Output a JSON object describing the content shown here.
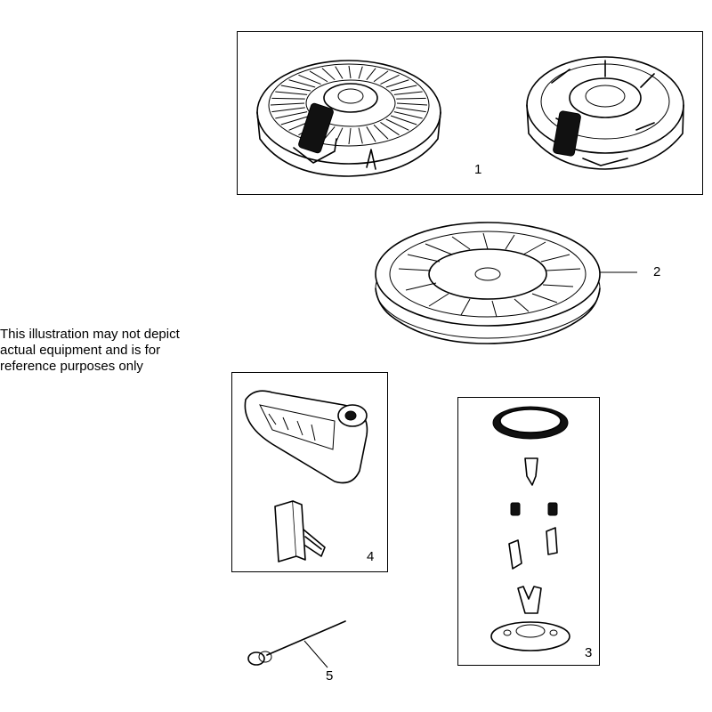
{
  "callouts": {
    "part1": "1",
    "part2": "2",
    "part3": "3",
    "part4": "4",
    "part5": "5"
  },
  "note": {
    "line1": "This illustration may not depict",
    "line2": "actual equipment and is for",
    "line3": "reference purposes only"
  },
  "icons": {
    "recoil_assembly": "recoil-starter-housing-drawing",
    "pulley": "starter-pulley-drawing",
    "pawl_kit": "pawl-kit-exploded-drawing",
    "handle": "starter-handle-drawing",
    "rope": "starter-rope-drawing"
  },
  "colors": {
    "line": "#000000",
    "background": "#ffffff"
  }
}
